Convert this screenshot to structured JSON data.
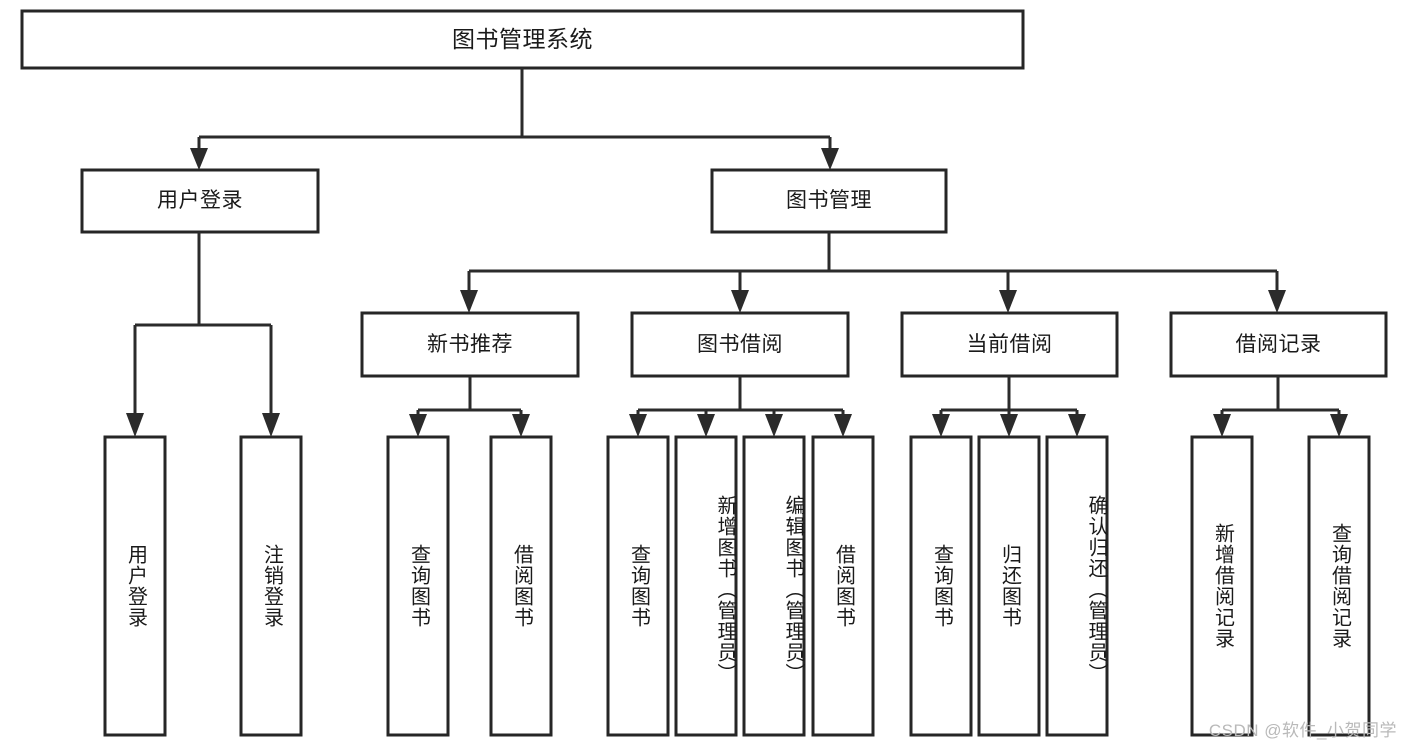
{
  "diagram": {
    "type": "hierarchy-tree",
    "title": "图书管理系统",
    "watermark": "CSDN @软件_小贺同学",
    "colors": {
      "box_stroke": "#262626",
      "connector": "#2b2b2b",
      "background": "#ffffff",
      "text": "#1a1a1a",
      "watermark": "#b9b9b9"
    },
    "root": {
      "label": "图书管理系统"
    },
    "level2": [
      {
        "label": "用户登录"
      },
      {
        "label": "图书管理"
      }
    ],
    "level3": [
      {
        "label": "新书推荐"
      },
      {
        "label": "图书借阅"
      },
      {
        "label": "当前借阅"
      },
      {
        "label": "借阅记录"
      }
    ],
    "leaves": {
      "user_login": [
        {
          "label": "用户登录"
        },
        {
          "label": "注销登录"
        }
      ],
      "new_book_recommend": [
        {
          "label": "查询图书"
        },
        {
          "label": "借阅图书"
        }
      ],
      "book_borrow": [
        {
          "label": "查询图书"
        },
        {
          "label": "新增图书（管理员）"
        },
        {
          "label": "编辑图书（管理员）"
        },
        {
          "label": "借阅图书"
        }
      ],
      "current_borrow": [
        {
          "label": "查询图书"
        },
        {
          "label": "归还图书"
        },
        {
          "label": "确认归还（管理员）"
        }
      ],
      "borrow_record": [
        {
          "label": "新增借阅记录"
        },
        {
          "label": "查询借阅记录"
        }
      ]
    }
  }
}
